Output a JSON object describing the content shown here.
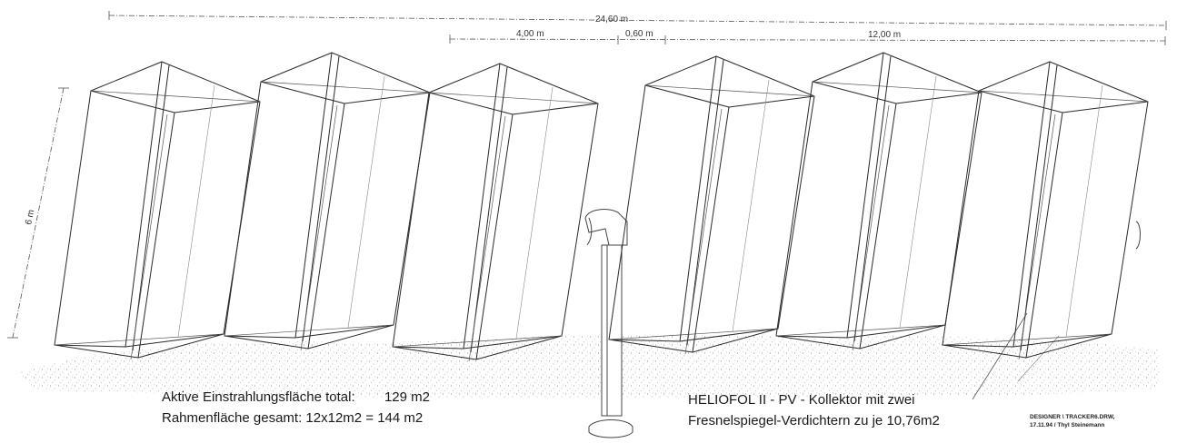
{
  "dimensions": {
    "total_width": "24,60 m",
    "frame_width": "4,00 m",
    "gap": "0,60 m",
    "half_span": "12,00 m",
    "height": "6  m"
  },
  "caption_left": {
    "line1_label": "Aktive Einstrahlungsfläche total:",
    "line1_value": "129 m2",
    "line2": "Rahmenfläche gesamt:  12x12m2 = 144 m2"
  },
  "caption_right": {
    "line1": "HELIOFOL II - PV - Kollektor mit zwei",
    "line2": "Fresnelspiegel-Verdichtern zu je 10,76m2"
  },
  "credit": {
    "line1": "DESIGNER \\ TRACKER6.DRW,",
    "line2": "17.11.94 / Thyl Steinemann"
  },
  "collector_count": 6
}
